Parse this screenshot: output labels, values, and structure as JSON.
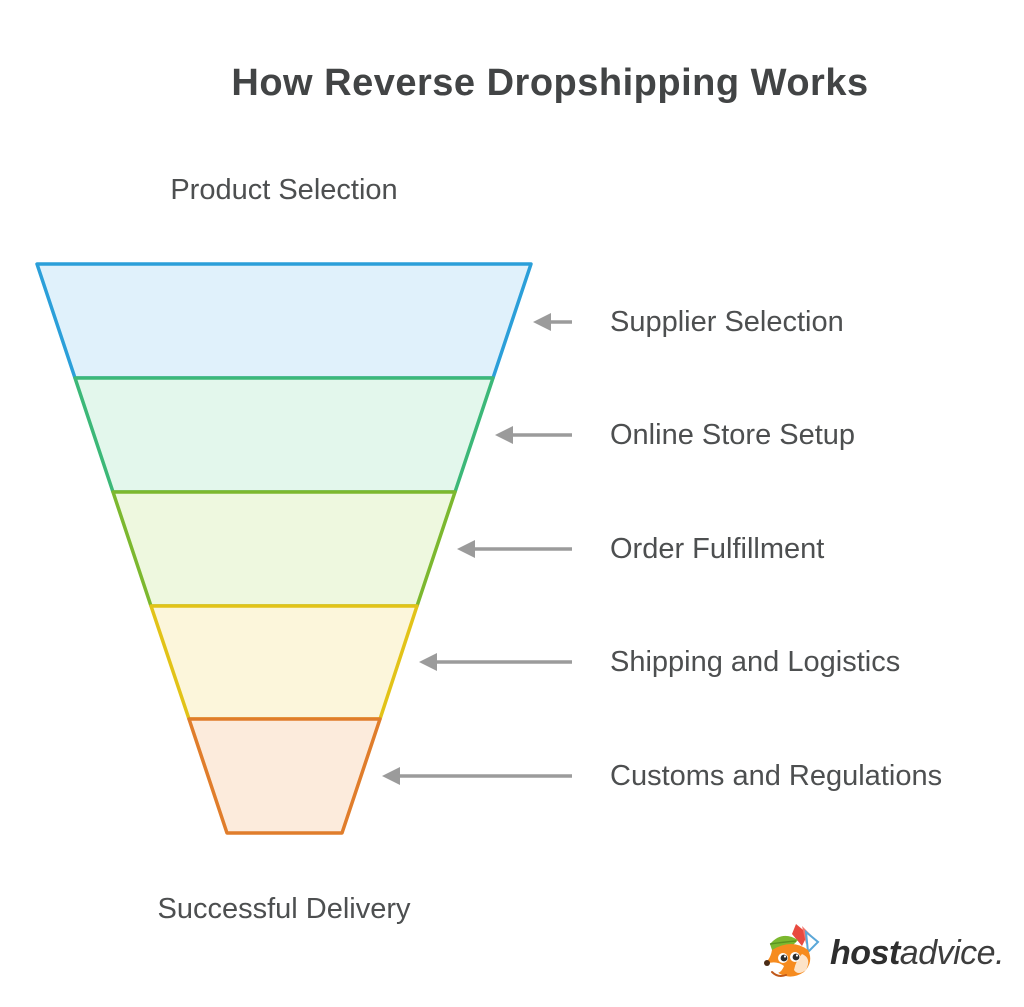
{
  "title": "How Reverse Dropshipping Works",
  "funnel": {
    "top_label": "Product Selection",
    "bottom_label": "Successful Delivery",
    "stages": [
      {
        "label": "Supplier Selection",
        "fill": "#e0f1fb",
        "stroke": "#2b9fd9"
      },
      {
        "label": "Online Store Setup",
        "fill": "#e3f7ec",
        "stroke": "#3cb878"
      },
      {
        "label": "Order Fulfillment",
        "fill": "#eef8df",
        "stroke": "#7cb82f"
      },
      {
        "label": "Shipping and Logistics",
        "fill": "#fcf6db",
        "stroke": "#e2c318"
      },
      {
        "label": "Customs and Regulations",
        "fill": "#fcebdc",
        "stroke": "#e07d2b"
      }
    ]
  },
  "colors": {
    "arrow": "#9b9b9b",
    "title_text": "#424445",
    "label_text": "#4d4f50"
  },
  "logo": {
    "bold_part": "host",
    "light_part": "advice."
  }
}
